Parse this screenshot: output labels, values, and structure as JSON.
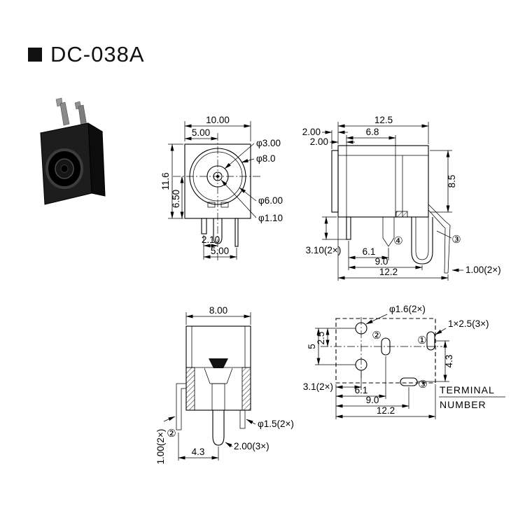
{
  "page": {
    "title": "DC-038A"
  },
  "front_view": {
    "dim_width": "10.00",
    "dim_half_width": "5.00",
    "dim_height": "11.6",
    "dim_center_height": "6.50",
    "dia_inner": "φ3.00",
    "dia_outer": "φ8.0",
    "dia_barrel": "φ6.00",
    "dia_pin": "φ1.10",
    "dim_pin_pitch": "2.10",
    "dim_pin_span": "5.00"
  },
  "side_view": {
    "dim_depth": "12.5",
    "dim_flange": "2.00",
    "dim_lip": "2.00",
    "dim_body": "6.8",
    "dim_height": "8.5",
    "dim_pin_len": "3.10(2×)",
    "dim_pitch_a": "6.1",
    "dim_pitch_b": "9.0",
    "dim_span": "12.2",
    "dim_leg": "1.00(2×)",
    "marker_3": "③",
    "marker_4": "④"
  },
  "bottom_view": {
    "dim_width": "8.00",
    "dim_leg": "1.00(2×)",
    "dim_offset": "4.3",
    "dim_pin": "2.00(3×)",
    "dia_leg": "φ1.5(2×)",
    "marker_2": "②"
  },
  "pcb_view": {
    "dia_hole": "φ1.6(2×)",
    "slot": "1×2.5(3×)",
    "dim_hole_span": "5",
    "dim_hole_offset": "2.5",
    "dim_pad_span": "4.3",
    "dim_edge": "3.1(2×)",
    "dim_a": "6.1",
    "dim_b": "9.0",
    "dim_c": "12.2",
    "marker_1": "①",
    "marker_2": "②",
    "marker_3": "③",
    "terminal_line1": "TERMINAL",
    "terminal_line2": "NUMBER"
  }
}
